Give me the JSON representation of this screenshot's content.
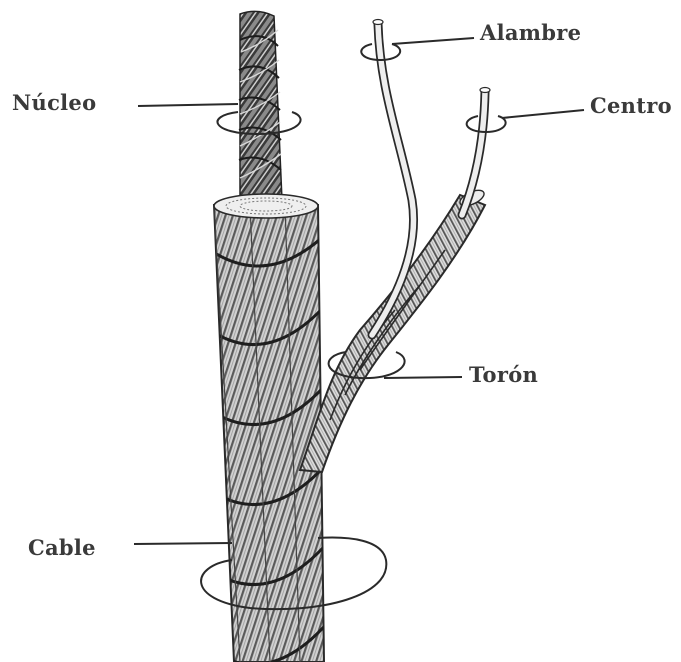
{
  "labels": {
    "nucleo": "Núcleo",
    "alambre": "Alambre",
    "centro": "Centro",
    "toron": "Torón",
    "cable": "Cable"
  },
  "colors": {
    "background": "#ffffff",
    "ink": "#2a2a2a",
    "label_text": "#3a3a3a",
    "wire_light": "#d6d6d6",
    "wire_dark": "#4a4a4a"
  }
}
